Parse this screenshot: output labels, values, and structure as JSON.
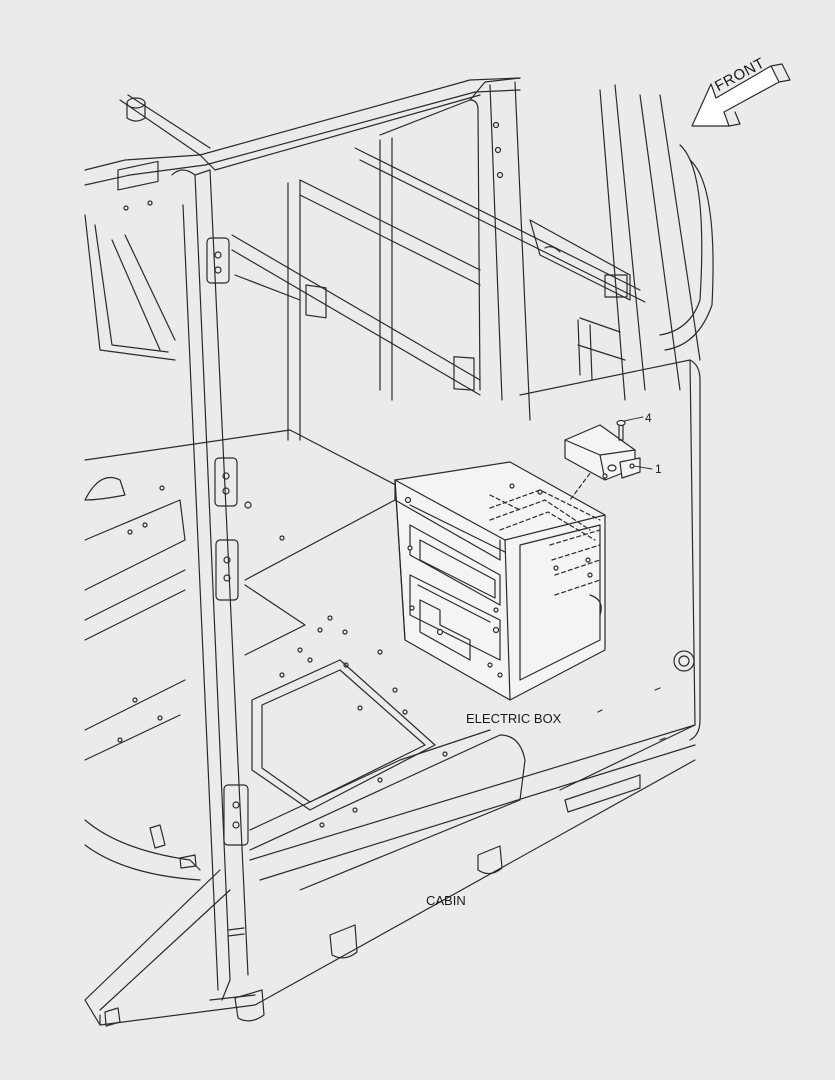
{
  "labels": {
    "front": "FRONT",
    "electric_box": "ELECTRIC BOX",
    "cabin": "CABIN",
    "callout_1": "1",
    "callout_4": "4"
  },
  "colors": {
    "background": "#ebebeb",
    "line": "#2b2b2b",
    "panel_fill": "#f4f4f4"
  }
}
